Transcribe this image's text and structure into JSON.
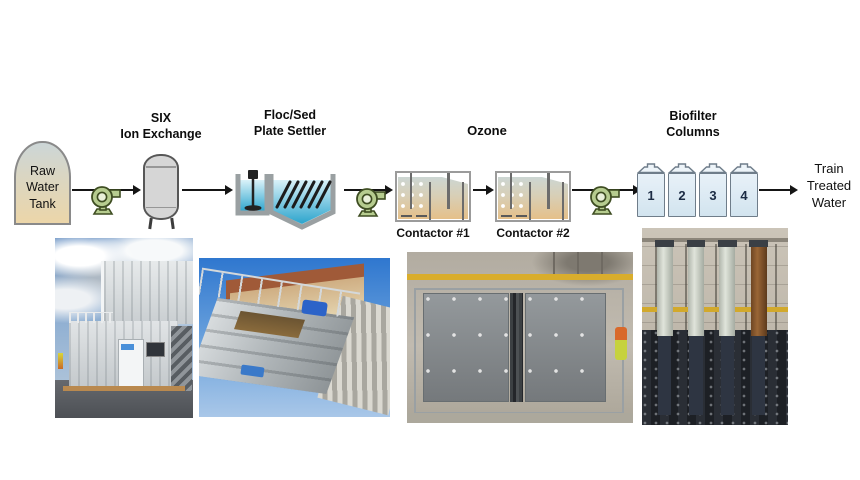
{
  "diagram": {
    "raw_tank": {
      "lines": [
        "Raw",
        "Water",
        "Tank"
      ]
    },
    "six": {
      "title": [
        "SIX",
        "Ion Exchange"
      ]
    },
    "flocsed": {
      "title": [
        "Floc/Sed",
        "Plate Settler"
      ]
    },
    "ozone": {
      "title": "Ozone",
      "contactors": [
        "Contactor #1",
        "Contactor #2"
      ]
    },
    "biofilter": {
      "title": [
        "Biofilter",
        "Columns"
      ],
      "column_numbers": [
        "1",
        "2",
        "3",
        "4"
      ]
    },
    "outlet": {
      "lines": [
        "Train",
        "Treated",
        "Water"
      ]
    }
  },
  "icons": {
    "pump": "centrifugal-pump-icon",
    "mixer": "mixer-agitator-icon",
    "plates": "inclined-plate-pack-icon"
  },
  "colors": {
    "pump_green": "#b6cc8f",
    "pump_outline": "#3e4d22",
    "settler_water_top": "#daf2f9",
    "settler_water_bottom": "#2ba4cd",
    "ozone_water_top": "#ccd6d3",
    "ozone_water_bottom": "#e5c089",
    "tank_top": "#ccd6d7",
    "tank_bottom": "#ecd6a9",
    "vessel_gray": "#d6d6d6",
    "biofilter_fill": "#dcebf5",
    "arrow_black": "#151515"
  },
  "photos": [
    "containerized-treatment-plant-photo",
    "plate-settler-skid-outdoor-photo",
    "ozone-skid-panels-photo",
    "biofilter-columns-indoor-photo"
  ]
}
